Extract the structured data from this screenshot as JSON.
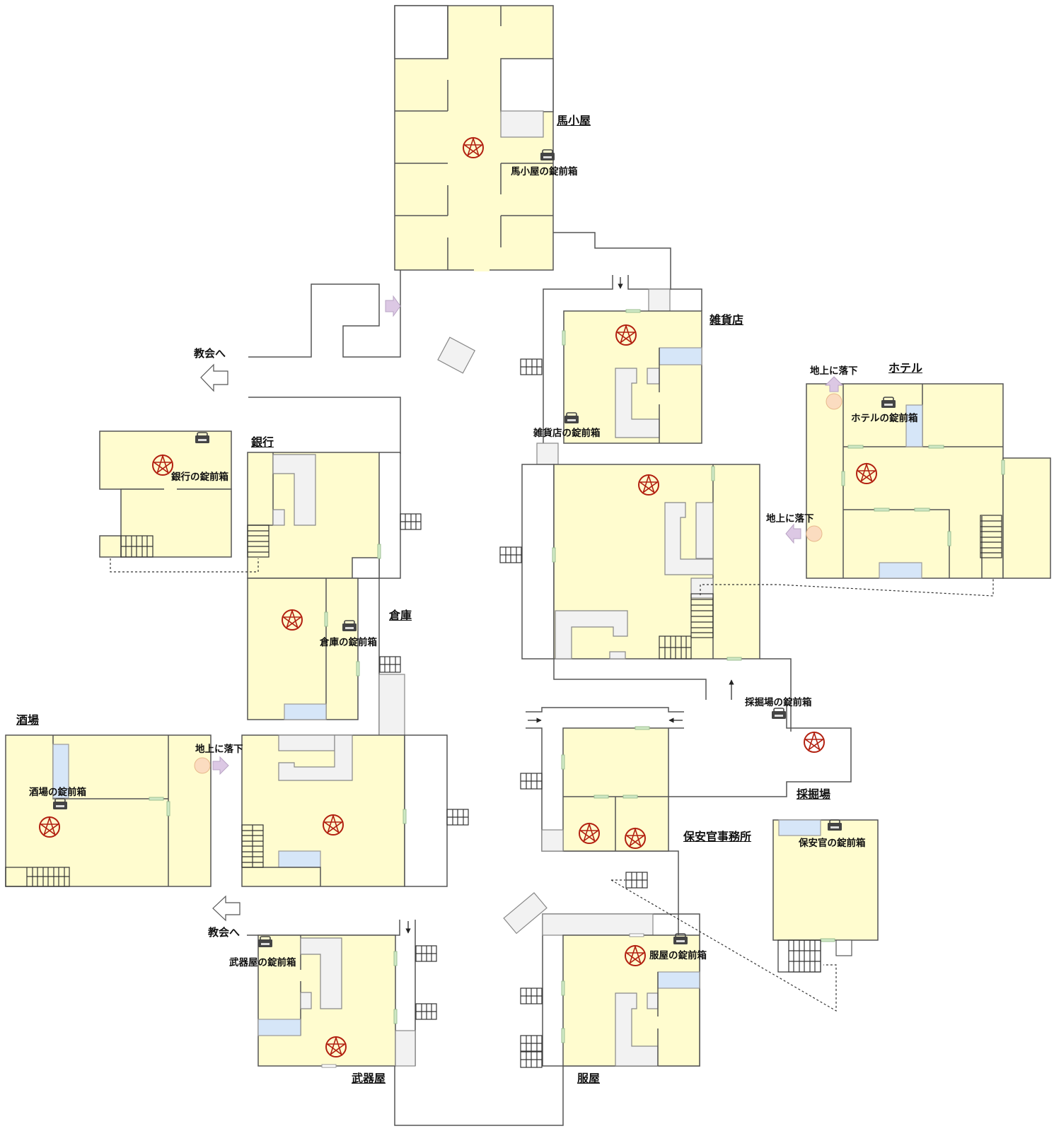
{
  "map": {
    "buildings": [
      {
        "id": "stable",
        "title": "馬小屋",
        "chest_label": "馬小屋の錠前箱"
      },
      {
        "id": "general-store",
        "title": "雑貨店",
        "chest_label": "雑貨店の錠前箱"
      },
      {
        "id": "hotel",
        "title": "ホテル",
        "chest_label": "ホテルの錠前箱"
      },
      {
        "id": "bank",
        "title": "銀行",
        "chest_label": "銀行の錠前箱"
      },
      {
        "id": "warehouse",
        "title": "倉庫",
        "chest_label": "倉庫の錠前箱"
      },
      {
        "id": "saloon",
        "title": "酒場",
        "chest_label": "酒場の錠前箱"
      },
      {
        "id": "mine",
        "title": "採掘場",
        "chest_label": "採掘場の錠前箱"
      },
      {
        "id": "sheriff",
        "title": "保安官事務所",
        "chest_label": "保安官の錠前箱"
      },
      {
        "id": "gunshop",
        "title": "武器屋",
        "chest_label": "武器屋の錠前箱"
      },
      {
        "id": "clothing",
        "title": "服屋",
        "chest_label": "服屋の錠前箱"
      }
    ],
    "exits": {
      "church_top": "教会へ",
      "church_bottom": "教会へ"
    },
    "drops": {
      "hotel_top": "地上に落下",
      "hotel_left": "地上に落下",
      "saloon_right": "地上に落下"
    },
    "icons": {
      "pentagram": "pentagram-icon",
      "chest": "lockbox-icon",
      "exit_arrow": "arrow-left-icon",
      "drop_arrow": "arrow-icon",
      "stairs": "stairs-icon"
    },
    "colors": {
      "room_fill": "#fffccf",
      "furniture": "#f2f2f2",
      "water": "#d6e6f8",
      "door": "#cfe8c4",
      "pentagram": "#b22010",
      "drop_circle": "#fbdcc0",
      "drop_arrow": "#dcc8e4",
      "wall": "#555555"
    }
  }
}
